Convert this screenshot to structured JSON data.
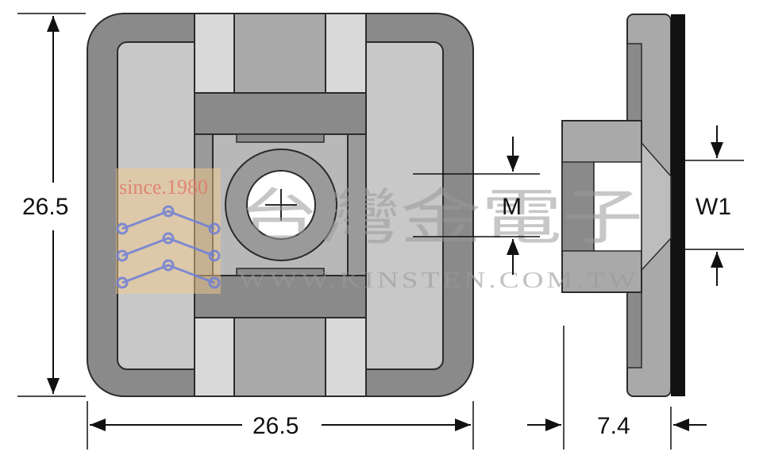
{
  "dimensions": {
    "height": "26.5",
    "width": "26.5",
    "thickness": "7.4",
    "slot_label": "M",
    "slot_width_label": "W1"
  },
  "watermark": {
    "badge_text": "since.1980",
    "company_name": "台灣金電子",
    "url": "WWW.KINSTEN.COM.TW"
  },
  "colors": {
    "body_dark": "#8a8a8a",
    "body_mid": "#a9a9a9",
    "body_light": "#c8c8c8",
    "slot_light": "#d9d9d9",
    "outline": "#2b2b2b",
    "adhesive": "#111111",
    "badge_fill": "#f2c98a",
    "badge_circuit": "#6f7fd6"
  }
}
